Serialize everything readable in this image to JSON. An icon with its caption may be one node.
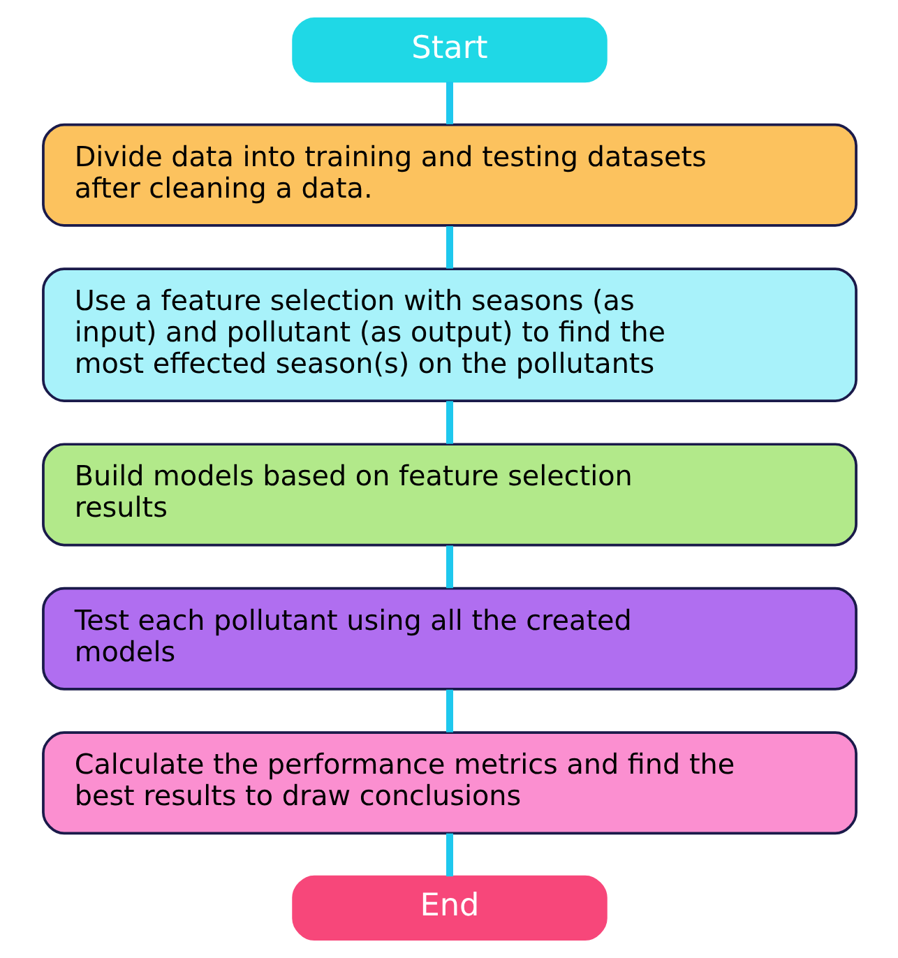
{
  "diagram": {
    "nodes": [
      {
        "text": [
          "Start"
        ]
      },
      {
        "text": [
          "Divide data into training and testing datasets after cleaning a data."
        ]
      },
      {
        "text": [
          "Use a feature selection with seasons (as input) and pollutant (as output) to find the most effected season(s) on the pollutants"
        ]
      },
      {
        "text": [
          "Build models based on feature selection results"
        ]
      },
      {
        "text": [
          "Test each pollutant using all the created models"
        ]
      },
      {
        "text": [
          "Calculate the performance metrics and find the best results to draw conclusions"
        ]
      },
      {
        "text": [
          "End"
        ]
      }
    ],
    "edges": [
      {
        "from": 0,
        "to": 1,
        "arrow": "none"
      },
      {
        "from": 1,
        "to": 2,
        "arrow": "none"
      },
      {
        "from": 2,
        "to": 3,
        "arrow": "none"
      },
      {
        "from": 3,
        "to": 4,
        "arrow": "none"
      },
      {
        "from": 4,
        "to": 5,
        "arrow": "none"
      },
      {
        "from": 5,
        "to": 6,
        "arrow": "none"
      }
    ]
  }
}
